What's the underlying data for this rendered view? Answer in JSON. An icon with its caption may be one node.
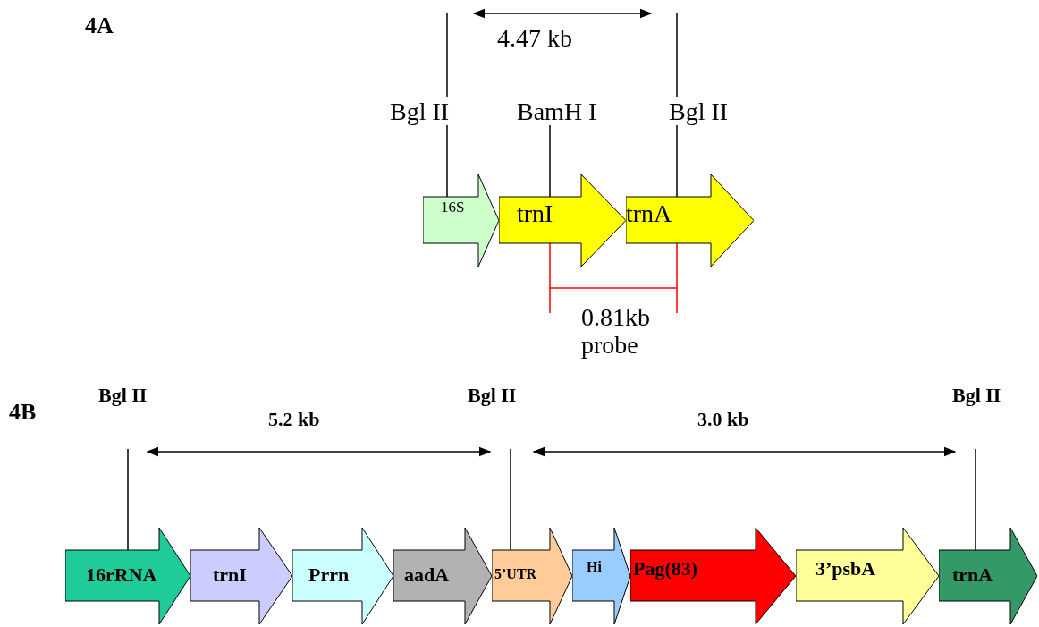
{
  "diagram": {
    "nodes": [
      {
        "text": [
          "Bgl II"
        ]
      },
      {
        "text": [
          "BamH I"
        ]
      },
      {
        "text": [
          "Bgl II"
        ]
      },
      {
        "text": [
          "16S"
        ]
      },
      {
        "text": [
          "trnI"
        ]
      },
      {
        "text": [
          "trnA"
        ]
      },
      {
        "text": [
          "Bgl II"
        ]
      },
      {
        "text": [
          "Bgl II"
        ]
      },
      {
        "text": [
          "Bgl II"
        ]
      },
      {
        "text": [
          "16rRNA"
        ]
      },
      {
        "text": [
          "trnI"
        ]
      },
      {
        "text": [
          "Prrn"
        ]
      },
      {
        "text": [
          "aadA"
        ]
      },
      {
        "text": [
          "5’UTR"
        ]
      },
      {
        "text": [
          "Hi"
        ]
      },
      {
        "text": [
          "Pag(83)"
        ]
      },
      {
        "text": [
          "3’psbA"
        ]
      },
      {
        "text": [
          "trnA"
        ]
      }
    ],
    "edges": [
      {
        "from": 0,
        "to": 3,
        "arrow": "none"
      },
      {
        "from": 1,
        "to": 4,
        "arrow": "none"
      },
      {
        "from": 2,
        "to": 5,
        "arrow": "none"
      },
      {
        "from": 6,
        "to": 9,
        "arrow": "none"
      },
      {
        "from": 7,
        "to": 13,
        "arrow": "none"
      },
      {
        "from": 8,
        "to": 17,
        "arrow": "none"
      }
    ],
    "labels": [
      "4A",
      "4.47 kb",
      "0.81kb probe",
      "4B",
      "5.2 kb",
      "3.0 kb"
    ]
  }
}
